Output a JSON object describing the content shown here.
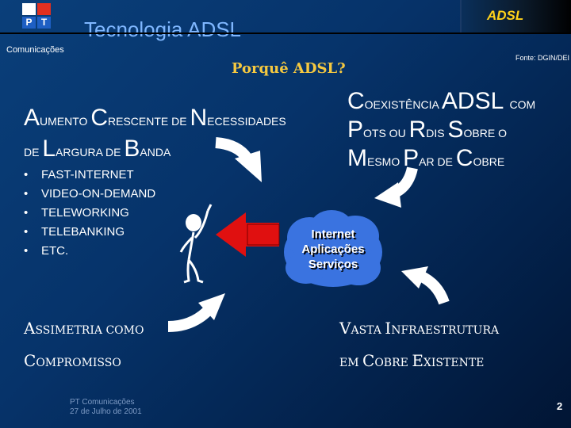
{
  "header": {
    "logo_letters": [
      "P",
      "T"
    ],
    "title": "Tecnologia ADSL",
    "subtitle": "Comunicações",
    "badge": "ADSL",
    "source": "Fonte: DGIN/DEI"
  },
  "main": {
    "question": "Porquê ADSL?",
    "left_heading": {
      "line1": [
        [
          "A",
          "big"
        ],
        [
          "UMENTO ",
          "sm"
        ],
        [
          "C",
          "big"
        ],
        [
          "RESCENTE DE ",
          "sm"
        ],
        [
          "N",
          "big"
        ],
        [
          "ECESSIDADES",
          "sm"
        ]
      ],
      "line2": [
        [
          "DE ",
          "sm"
        ],
        [
          "L",
          "big"
        ],
        [
          "ARGURA DE ",
          "sm"
        ],
        [
          "B",
          "big"
        ],
        [
          "ANDA",
          "sm"
        ]
      ]
    },
    "right_heading": {
      "line1": [
        [
          "C",
          "big"
        ],
        [
          "OEXISTÊNCIA ",
          "sm"
        ],
        [
          "ADSL ",
          "big"
        ],
        [
          "COM",
          "sm"
        ]
      ],
      "line2": [
        [
          "P",
          "big"
        ],
        [
          "OTS OU ",
          "sm"
        ],
        [
          "R",
          "big"
        ],
        [
          "DIS ",
          "sm"
        ],
        [
          "S",
          "big"
        ],
        [
          "OBRE O",
          "sm"
        ]
      ],
      "line3": [
        [
          "M",
          "big"
        ],
        [
          "ESMO ",
          "sm"
        ],
        [
          "P",
          "big"
        ],
        [
          "AR DE ",
          "sm"
        ],
        [
          "C",
          "big"
        ],
        [
          "OBRE",
          "sm"
        ]
      ]
    },
    "bullets": [
      "FAST-INTERNET",
      "VIDEO-ON-DEMAND",
      "TELEWORKING",
      "TELEBANKING",
      "ETC."
    ],
    "cloud_lines": [
      "Internet",
      "Aplicações",
      "Serviços"
    ],
    "bottom_left": {
      "line1": [
        [
          "A",
          "s20"
        ],
        [
          "SSIMETRIA COMO",
          "s15"
        ]
      ],
      "line2": [
        [
          "C",
          "s20"
        ],
        [
          "OMPROMISSO",
          "s15"
        ]
      ]
    },
    "bottom_right": {
      "line1": [
        [
          "V",
          "s20"
        ],
        [
          "ASTA ",
          "s15"
        ],
        [
          "I",
          "s20"
        ],
        [
          "NFRAESTRUTURA",
          "s15"
        ]
      ],
      "line2": [
        [
          "EM ",
          "s15"
        ],
        [
          "C",
          "s20"
        ],
        [
          "OBRE ",
          "s15"
        ],
        [
          "E",
          "s20"
        ],
        [
          "XISTENTE",
          "s15"
        ]
      ]
    }
  },
  "footer": {
    "company": "PT Comunicações",
    "date": "27 de Julho de 2001",
    "page_number": "2"
  },
  "colors": {
    "accent_yellow": "#f4c840",
    "arrow_red": "#e01010",
    "arrow_white": "#ffffff",
    "cloud_blue": "#3a73e0"
  }
}
